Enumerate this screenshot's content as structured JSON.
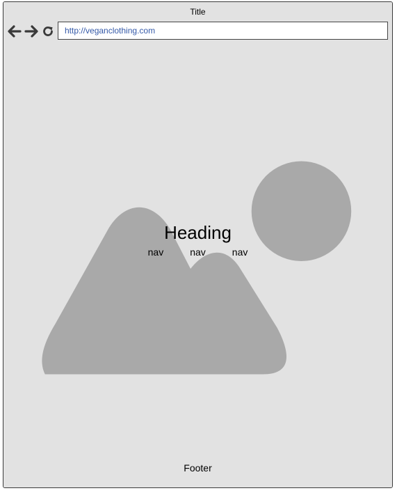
{
  "window": {
    "title": "Title"
  },
  "toolbar": {
    "back_icon": "arrow-left-icon",
    "forward_icon": "arrow-right-icon",
    "reload_icon": "reload-icon",
    "url": "http://veganclothing.com"
  },
  "page": {
    "heading": "Heading",
    "nav_items": [
      {
        "label": "nav"
      },
      {
        "label": "nav"
      },
      {
        "label": "nav"
      }
    ],
    "footer": "Footer",
    "image_icon": "image-placeholder-icon"
  },
  "colors": {
    "background": "#e2e2e2",
    "placeholder_shape": "#a9a9a9",
    "url_text": "#3459a8",
    "border": "#3a3a3a"
  }
}
